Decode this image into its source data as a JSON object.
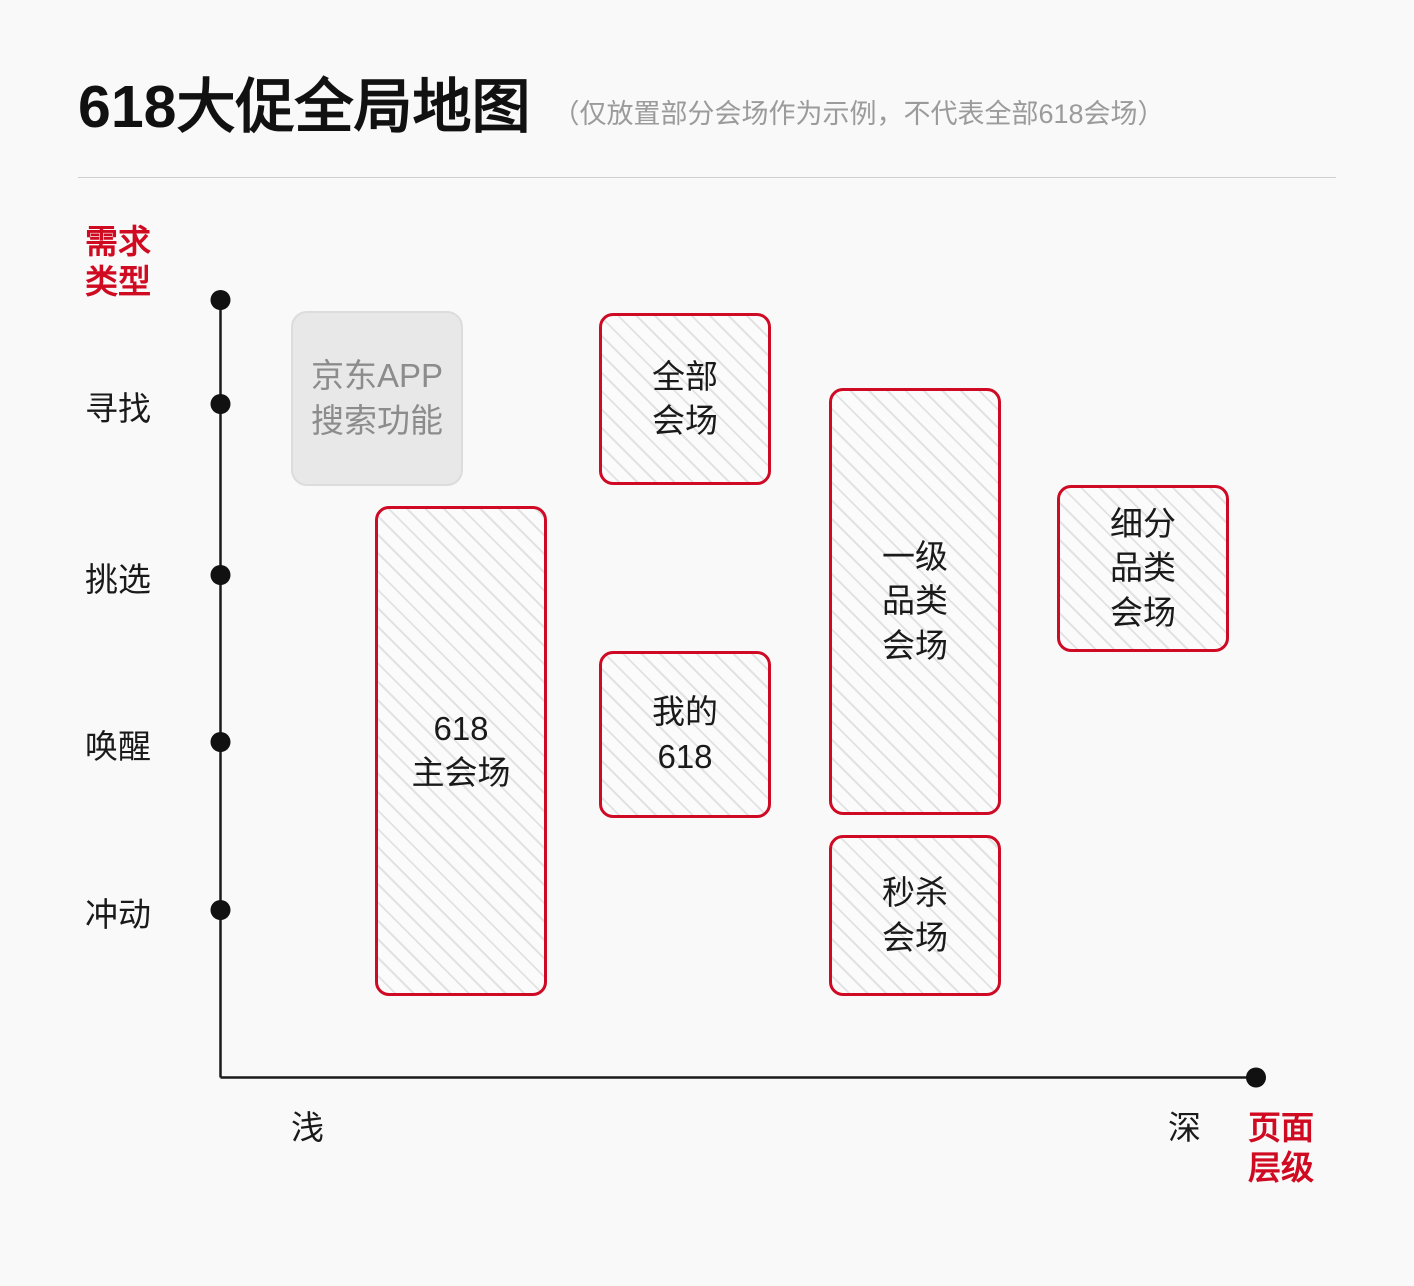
{
  "header": {
    "title": "618大促全局地图",
    "subtitle": "（仅放置部分会场作为示例，不代表全部618会场）"
  },
  "colors": {
    "accent_red": "#d00a20",
    "box_border_red": "#ce0a24",
    "axis_black": "#1a1a1a",
    "muted_gray": "#9b9b9b",
    "background": "#f9f9f9"
  },
  "chart_data": {
    "type": "scatter",
    "title": "618大促全局地图",
    "subtitle": "（仅放置部分会场作为示例，不代表全部618会场）",
    "ylabel": "需求类型",
    "xlabel": "页面层级",
    "grid": false,
    "legend": "none",
    "y_categories": [
      "寻找",
      "挑选",
      "唤醒",
      "冲动"
    ],
    "x_ticks": [
      "浅",
      "深"
    ],
    "x_tick_low": "浅",
    "x_tick_high": "深",
    "items": [
      {
        "label": "京东APP\n搜索功能",
        "style": "plain",
        "x_depth": "浅",
        "y_span": [
          "寻找"
        ]
      },
      {
        "label": "618\n主会场",
        "style": "hatched",
        "x_depth": "浅",
        "y_span": [
          "挑选",
          "唤醒",
          "冲动"
        ]
      },
      {
        "label": "全部\n会场",
        "style": "hatched",
        "x_depth": "中浅",
        "y_span": [
          "寻找"
        ]
      },
      {
        "label": "我的\n618",
        "style": "hatched",
        "x_depth": "中浅",
        "y_span": [
          "唤醒"
        ]
      },
      {
        "label": "一级\n品类\n会场",
        "style": "hatched",
        "x_depth": "中深",
        "y_span": [
          "寻找",
          "挑选",
          "唤醒"
        ]
      },
      {
        "label": "秒杀\n会场",
        "style": "hatched",
        "x_depth": "中深",
        "y_span": [
          "冲动"
        ]
      },
      {
        "label": "细分\n品类\n会场",
        "style": "hatched",
        "x_depth": "深",
        "y_span": [
          "挑选"
        ]
      }
    ]
  },
  "axes": {
    "y_title": "需求\n类型",
    "x_title": "页面\n层级",
    "y_ticks": [
      {
        "label": "寻找"
      },
      {
        "label": "挑选"
      },
      {
        "label": "唤醒"
      },
      {
        "label": "冲动"
      }
    ],
    "x_low": "浅",
    "x_high": "深"
  },
  "nodes": {
    "search": "京东APP\n搜索功能",
    "main_venue": "618\n主会场",
    "all_venues": "全部\n会场",
    "my_618": "我的\n618",
    "cat_l1": "一级\n品类\n会场",
    "flash_sale": "秒杀\n会场",
    "sub_cat": "细分\n品类\n会场"
  }
}
